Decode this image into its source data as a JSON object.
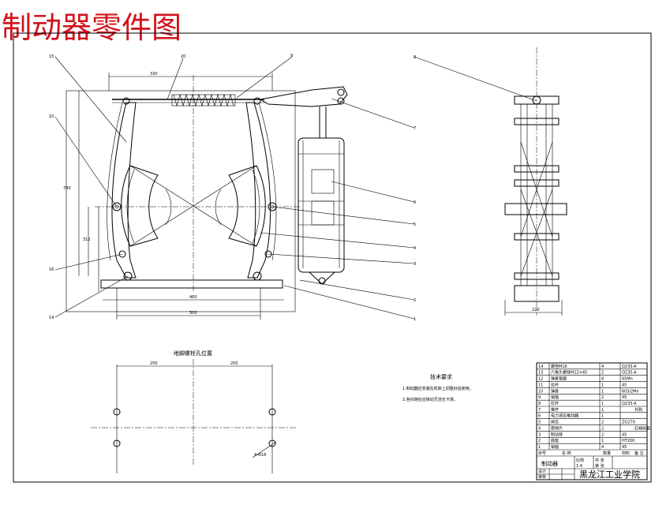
{
  "title": "制动器零件图",
  "balloons": {
    "left": [
      "15",
      "10",
      "16",
      "14"
    ],
    "top": [
      "20",
      "9"
    ],
    "right": [
      "8",
      "7",
      "6",
      "5",
      "4",
      "3",
      "2",
      "1"
    ]
  },
  "hole_layout_title": "地脚螺栓孔位置",
  "tech_req": {
    "title": "技术要求",
    "items": [
      "1.制动器应安装在机架上调整好后使用。",
      "2.各铰链处应转动灵活无卡滞。"
    ]
  },
  "parts_table": {
    "header": [
      "序号",
      "名 称",
      "数量",
      "材料",
      "备 注"
    ],
    "rows": [
      [
        "14",
        "螺栓M16",
        "4",
        "Q235-A",
        ""
      ],
      [
        "13",
        "六角头螺栓M12×45",
        "2",
        "Q235-A",
        ""
      ],
      [
        "12",
        "弹簧垫圈",
        "8",
        "65Mn",
        ""
      ],
      [
        "11",
        "拉杆",
        "1",
        "45",
        ""
      ],
      [
        "10",
        "弹簧",
        "1",
        "60Si2Mn",
        ""
      ],
      [
        "9",
        "销轴",
        "2",
        "45",
        ""
      ],
      [
        "8",
        "杠杆",
        "1",
        "Q235-A",
        ""
      ],
      [
        "7",
        "推杆",
        "1",
        "",
        "外购"
      ],
      [
        "6",
        "电力液压推动器",
        "1",
        "",
        ""
      ],
      [
        "5",
        "闸瓦",
        "2",
        "ZG270",
        ""
      ],
      [
        "4",
        "摩擦片",
        "2",
        "",
        "石棉树脂"
      ],
      [
        "3",
        "制动臂",
        "2",
        "45",
        ""
      ],
      [
        "2",
        "底座",
        "1",
        "HT200",
        ""
      ],
      [
        "1",
        "销轴",
        "4",
        "45",
        ""
      ]
    ]
  },
  "title_block": {
    "drawing_name": "制动器",
    "scale_label": "比例",
    "scale": "1:4",
    "sheet_label": "共 张",
    "sheet_no": "第 张",
    "designer_label": "设计",
    "checker_label": "审核",
    "institution": "黑龙江工业学院",
    "quantity_col": "数量",
    "material_col": "材料",
    "remark_col": "备注"
  }
}
